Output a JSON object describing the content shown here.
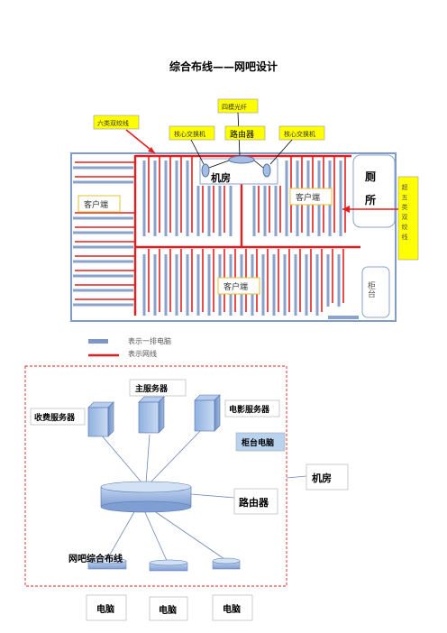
{
  "title": "综合布线——网吧设计",
  "floorplan": {
    "labels": {
      "six_cat": "六类双绞线",
      "multimode": "四模光纤",
      "core_switch_left": "核心交换机",
      "router": "路由器",
      "core_switch_right": "核心交换机",
      "machine_room": "机房",
      "toilet_1": "厕",
      "toilet_2": "所",
      "super_five": "超五类双绞线",
      "client_left": "客户端",
      "client_right": "客户端",
      "client_bottom": "客户端",
      "counter": "柜台"
    },
    "legend": {
      "computer": "表示一排电脑",
      "cable": "表示网线"
    },
    "colors": {
      "cable": "#e41e1e",
      "computer_row": "#7d97c8",
      "label_yellow": "#ffff00"
    }
  },
  "topology": {
    "main_server": "主服务器",
    "billing_server": "收费服务器",
    "movie_server": "电影服务器",
    "counter_pc": "柜台电脑",
    "router": "路由器",
    "machine_room": "机房",
    "cabling_label": "网吧综合布线",
    "pc_1": "电脑",
    "pc_2": "电脑",
    "pc_3": "电脑"
  }
}
